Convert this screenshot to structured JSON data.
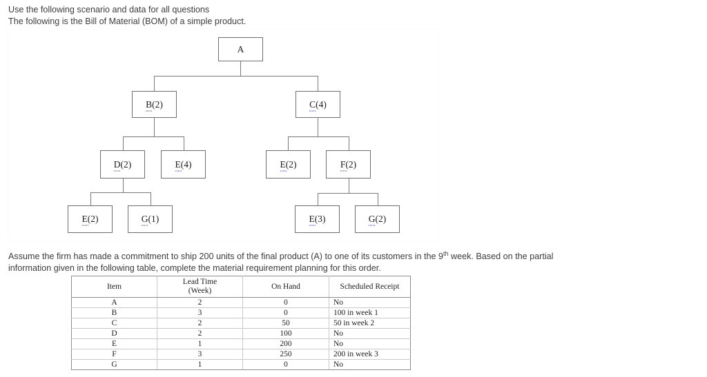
{
  "intro": {
    "line1": "Use the following scenario and data for all questions",
    "line2": "The following is the Bill of Material (BOM) of a simple product."
  },
  "bom": {
    "nodes": [
      {
        "id": "A",
        "label": "A",
        "level": 0
      },
      {
        "id": "B",
        "label": "B(2)",
        "level": 1
      },
      {
        "id": "C",
        "label": "C(4)",
        "level": 1
      },
      {
        "id": "D",
        "label": "D(2)",
        "level": 2
      },
      {
        "id": "E1",
        "label": "E(4)",
        "level": 2
      },
      {
        "id": "E2",
        "label": "E(2)",
        "level": 2
      },
      {
        "id": "F",
        "label": "F(2)",
        "level": 2
      },
      {
        "id": "E3",
        "label": "E(2)",
        "level": 3
      },
      {
        "id": "G1",
        "label": "G(1)",
        "level": 3
      },
      {
        "id": "E4",
        "label": "E(3)",
        "level": 3
      },
      {
        "id": "G2",
        "label": "G(2)",
        "level": 3
      }
    ]
  },
  "mid": {
    "part1": "Assume the firm has made a commitment to ship 200 units of the final product (A) to one of its customers in the 9",
    "sup": "th",
    "part2": " week. Based on the partial",
    "line2": "information given in the following table, complete the material requirement planning for this order."
  },
  "table": {
    "headers": [
      "Item",
      "Lead Time (Week)",
      "On Hand",
      "Scheduled Receipt"
    ],
    "header_lt_line1": "Lead Time",
    "header_lt_line2": "(Week)",
    "rows": [
      {
        "item": "A",
        "lead_time": "2",
        "on_hand": "0",
        "scheduled_receipt": "No"
      },
      {
        "item": "B",
        "lead_time": "3",
        "on_hand": "0",
        "scheduled_receipt": "100 in week 1"
      },
      {
        "item": "C",
        "lead_time": "2",
        "on_hand": "50",
        "scheduled_receipt": "50 in week 2"
      },
      {
        "item": "D",
        "lead_time": "2",
        "on_hand": "100",
        "scheduled_receipt": "No"
      },
      {
        "item": "E",
        "lead_time": "1",
        "on_hand": "200",
        "scheduled_receipt": "No"
      },
      {
        "item": "F",
        "lead_time": "3",
        "on_hand": "250",
        "scheduled_receipt": "200 in week 3"
      },
      {
        "item": "G",
        "lead_time": "1",
        "on_hand": "0",
        "scheduled_receipt": "No"
      }
    ]
  },
  "colors": {
    "text": "#3c3c3c",
    "node_border": "#6e6e6e",
    "connector": "#787878",
    "table_border": "#8c8c8c",
    "squiggle": "#7b86c8"
  }
}
